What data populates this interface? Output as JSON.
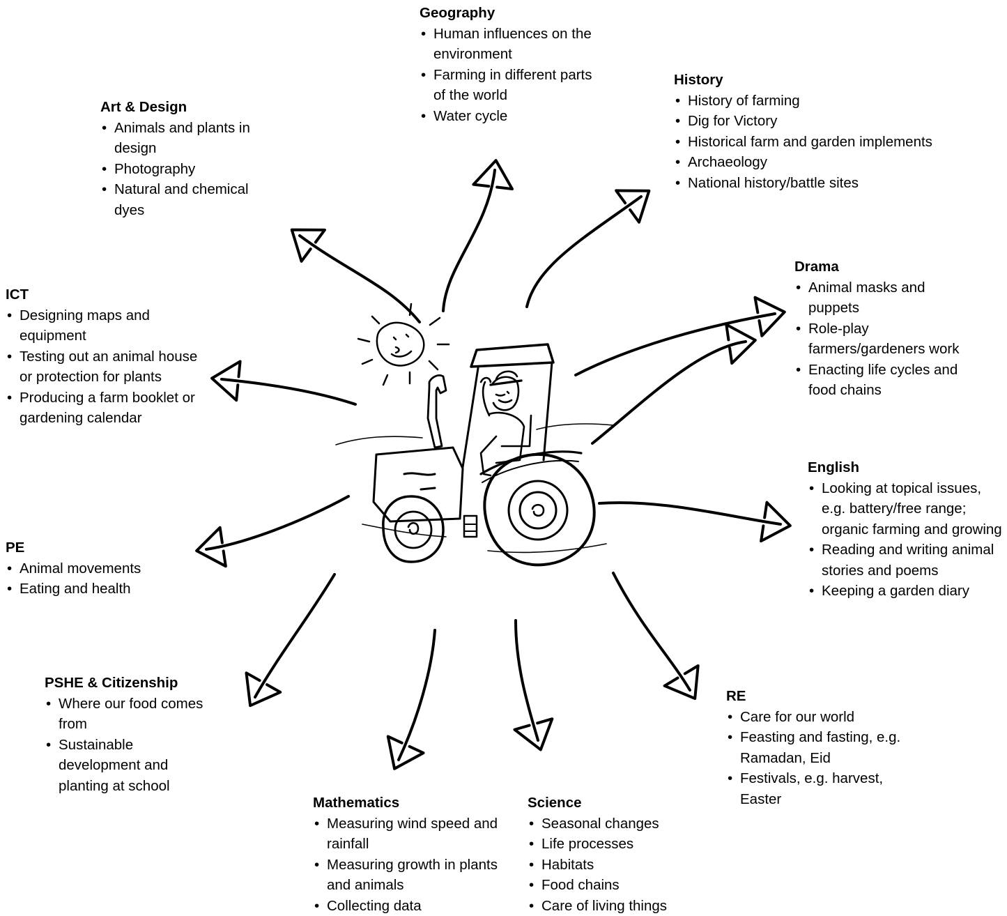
{
  "subjects": {
    "geography": {
      "title": "Geography",
      "items": [
        "Human influences on the environment",
        "Farming in different parts of the world",
        "Water cycle"
      ]
    },
    "history": {
      "title": "History",
      "items": [
        "History of farming",
        "Dig for Victory",
        "Historical farm and garden implements",
        "Archaeology",
        "National history/battle sites"
      ]
    },
    "art_design": {
      "title": "Art & Design",
      "items": [
        "Animals and plants in design",
        "Photography",
        "Natural and chemical dyes"
      ]
    },
    "drama": {
      "title": "Drama",
      "items": [
        "Animal masks and puppets",
        "Role-play farmers/gardeners work",
        "Enacting life cycles and food chains"
      ]
    },
    "ict": {
      "title": "ICT",
      "items": [
        "Designing maps and equipment",
        "Testing out an animal house or protection for plants",
        "Producing a farm booklet or gardening calendar"
      ]
    },
    "english": {
      "title": "English",
      "items": [
        "Looking at topical issues, e.g. battery/free range; organic farming and growing",
        "Reading and writing animal stories and poems",
        "Keeping a garden diary"
      ]
    },
    "pe": {
      "title": "PE",
      "items": [
        "Animal movements",
        "Eating and health"
      ]
    },
    "pshe": {
      "title": "PSHE & Citizenship",
      "items": [
        "Where our food comes from",
        "Sustainable development and planting at school"
      ]
    },
    "re": {
      "title": "RE",
      "items": [
        "Care for our world",
        "Feasting and fasting, e.g. Ramadan, Eid",
        "Festivals, e.g. harvest, Easter"
      ]
    },
    "mathematics": {
      "title": "Mathematics",
      "items": [
        "Measuring wind speed and rainfall",
        "Measuring growth in plants and animals",
        "Collecting data"
      ]
    },
    "science": {
      "title": "Science",
      "items": [
        "Seasonal changes",
        "Life processes",
        "Habitats",
        "Food chains",
        "Care of living things"
      ]
    }
  },
  "colors": {
    "ink": "#000000",
    "background": "#ffffff"
  },
  "illustration": {
    "center": "tractor-with-farmer",
    "decorations": [
      "sun-icon"
    ],
    "arrow_count": 12
  }
}
